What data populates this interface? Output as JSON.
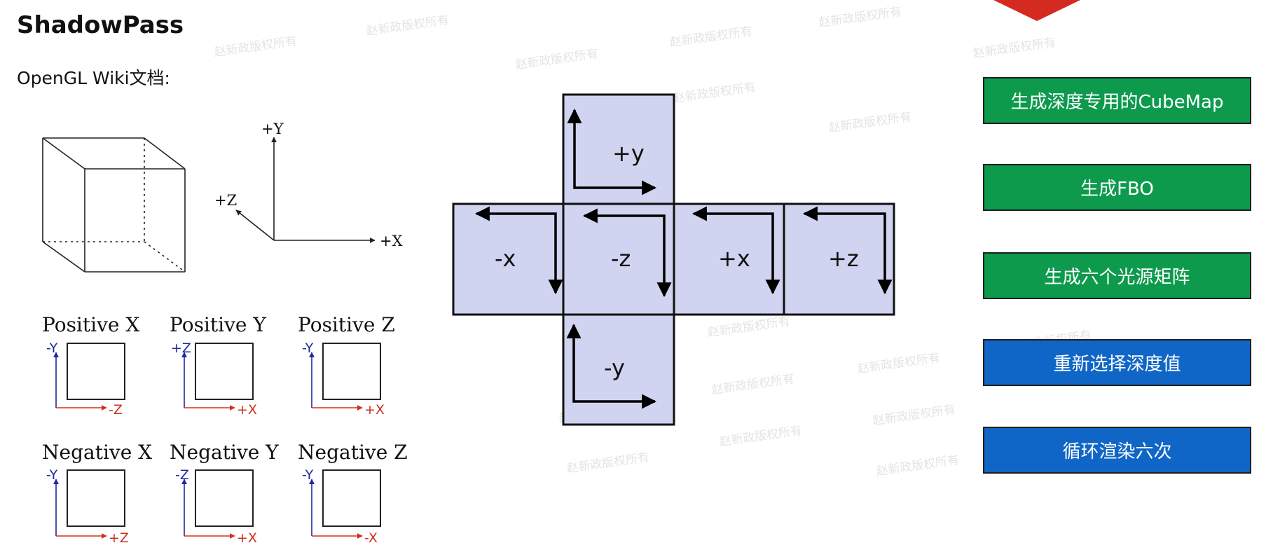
{
  "title": "ShadowPass",
  "subtitle": "OpenGL Wiki文档:",
  "axes": {
    "y": "+Y",
    "z": "+Z",
    "x": "+X"
  },
  "faces": [
    {
      "name": "Positive X",
      "v": "-Y",
      "h": "-Z"
    },
    {
      "name": "Positive Y",
      "v": "+Z",
      "h": "+X"
    },
    {
      "name": "Positive Z",
      "v": "-Y",
      "h": "+X"
    },
    {
      "name": "Negative X",
      "v": "-Y",
      "h": "+Z"
    },
    {
      "name": "Negative Y",
      "v": "-Z",
      "h": "+X"
    },
    {
      "name": "Negative Z",
      "v": "-Y",
      "h": "-X"
    }
  ],
  "cube_net": {
    "top": "+y",
    "left": "-x",
    "center": "-z",
    "right1": "+x",
    "right2": "+z",
    "bottom": "-y"
  },
  "steps": [
    {
      "label": "生成深度专用的CubeMap",
      "color": "green"
    },
    {
      "label": "生成FBO",
      "color": "green"
    },
    {
      "label": "生成六个光源矩阵",
      "color": "green"
    },
    {
      "label": "重新选择深度值",
      "color": "blue"
    },
    {
      "label": "循环渲染六次",
      "color": "blue"
    }
  ],
  "watermark": "赵新政版权所有",
  "colors": {
    "green": "#0d9a4d",
    "blue": "#1066c6",
    "face_fill": "#d1d4f0",
    "axis_blue": "#1c2a9a",
    "axis_red": "#d03020",
    "accent_red": "#d42a1f"
  }
}
